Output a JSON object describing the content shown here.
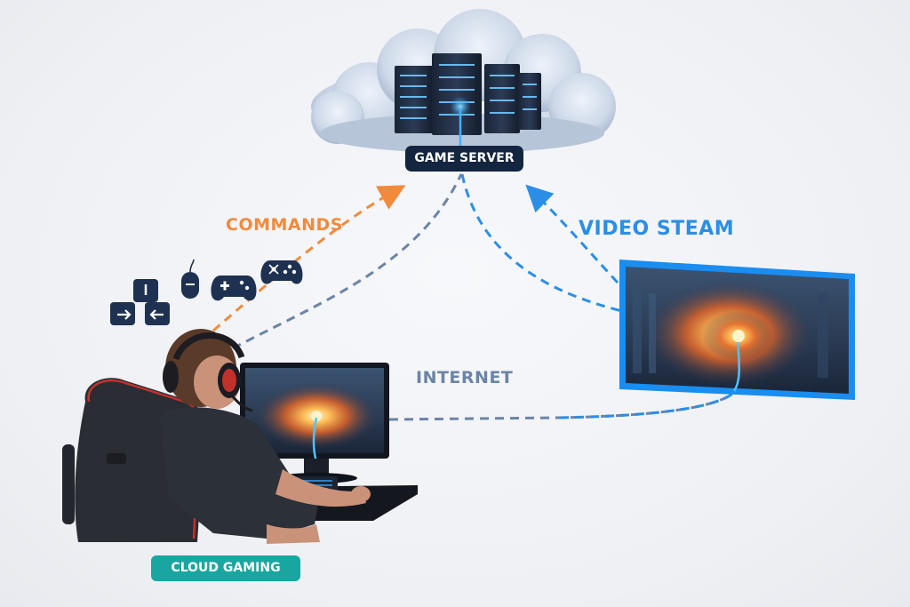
{
  "labels": {
    "game_server": "GAME SERVER",
    "commands": "COMMANDS",
    "video_stream": "VIDEO STEAM",
    "internet": "INTERNET",
    "cloud_gaming": "CLOUD GAMING"
  },
  "colors": {
    "commands": "#f28a3c",
    "video_stream": "#2b8ee6",
    "internet": "#6b84a6",
    "server_badge": "#13253f",
    "cloud_gaming_badge": "#1aa6a0",
    "icon": "#1e3150"
  },
  "icons": [
    "keyboard-arrow-keys-icon",
    "mouse-icon",
    "gamepad-icon",
    "controller-icon"
  ]
}
